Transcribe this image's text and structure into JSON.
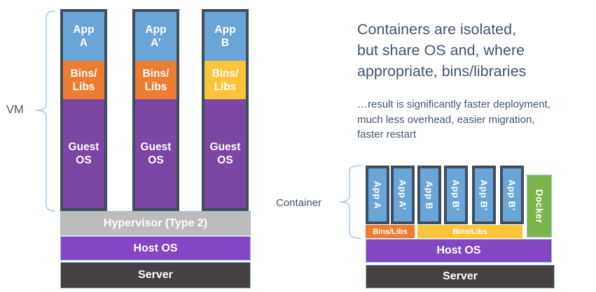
{
  "colors": {
    "frame_slate": "#3F4D5C",
    "app_blue": "#6AA5D8",
    "bins_orange": "#ED7D31",
    "bins_yellow": "#FCC438",
    "guest_os_purple": "#7C46A5",
    "host_os_purple": "#8546C3",
    "hypervisor_gray": "#BDBBBC",
    "server_dark": "#454041",
    "docker_green": "#7AB64C",
    "text_slate": "#44546A",
    "brace_light_blue": "#AECFE9"
  },
  "vm": {
    "label": "VM",
    "columns": [
      {
        "app_line1": "App",
        "app_line2": "A",
        "bins_line1": "Bins/",
        "bins_line2": "Libs",
        "os_line1": "Guest",
        "os_line2": "OS"
      },
      {
        "app_line1": "App",
        "app_line2": "A’",
        "bins_line1": "Bins/",
        "bins_line2": "Libs",
        "os_line1": "Guest",
        "os_line2": "OS"
      },
      {
        "app_line1": "App",
        "app_line2": "B",
        "bins_line1": "Bins/",
        "bins_line2": "Libs",
        "os_line1": "Guest",
        "os_line2": "OS"
      }
    ],
    "hypervisor": "Hypervisor (Type 2)",
    "host_os": "Host OS",
    "server": "Server"
  },
  "containers": {
    "label": "Container",
    "apps": [
      "App A",
      "App A’",
      "App B",
      "App B’",
      "App B’",
      "App B’"
    ],
    "bins_groups": [
      {
        "label": "Bins/Libs"
      },
      {
        "label": "Bins/Libs"
      }
    ],
    "docker": "Docker",
    "host_os": "Host OS",
    "server": "Server"
  },
  "text": {
    "heading_lines": [
      "Containers are isolated,",
      "but share OS and, where",
      "appropriate, bins/libraries"
    ],
    "body_lines": [
      "…result is significantly faster deployment,",
      "much less overhead, easier migration,",
      "faster restart"
    ]
  }
}
